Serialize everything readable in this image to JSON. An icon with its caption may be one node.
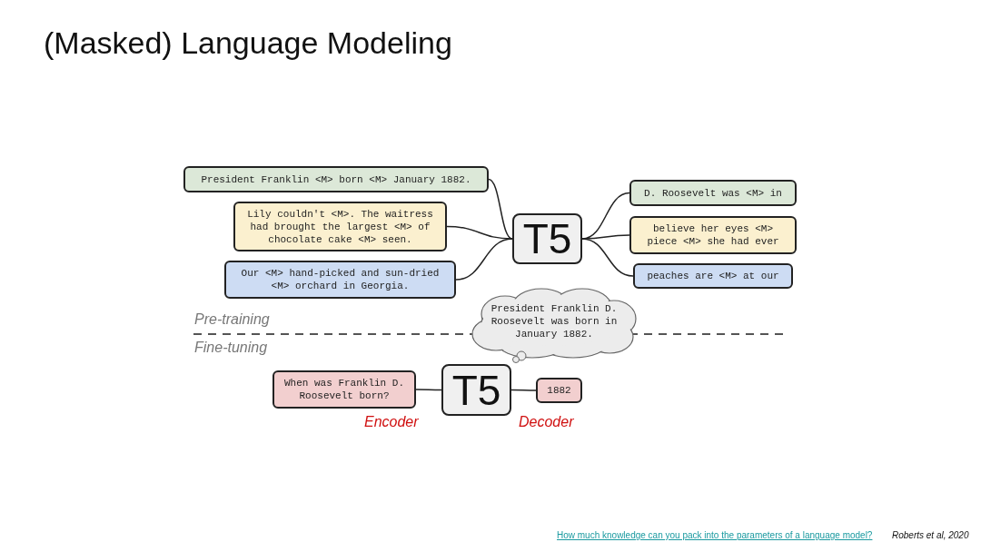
{
  "diagram": {
    "title": "(Masked) Language Modeling",
    "nodes": [
      {
        "text": [
          "President Franklin <M> born <M> January 1882."
        ]
      },
      {
        "text": [
          "Lily couldn't <M>. The waitress had brought the largest <M> of chocolate cake <M> seen."
        ]
      },
      {
        "text": [
          "Our <M> hand-picked and sun-dried <M> orchard in Georgia."
        ]
      },
      {
        "text": [
          "T5"
        ]
      },
      {
        "text": [
          "D. Roosevelt was <M> in"
        ]
      },
      {
        "text": [
          "believe her eyes <M> piece <M> she had ever"
        ]
      },
      {
        "text": [
          "peaches are <M> at our"
        ]
      },
      {
        "text": [
          "President Franklin D. Roosevelt was born in January 1882."
        ]
      },
      {
        "text": [
          "When was Franklin D. Roosevelt born?"
        ]
      },
      {
        "text": [
          "T5"
        ]
      },
      {
        "text": [
          "1882"
        ]
      }
    ],
    "edges": [
      {
        "from": 0,
        "to": 3,
        "arrow": "none"
      },
      {
        "from": 1,
        "to": 3,
        "arrow": "none"
      },
      {
        "from": 2,
        "to": 3,
        "arrow": "none"
      },
      {
        "from": 3,
        "to": 4,
        "arrow": "none"
      },
      {
        "from": 3,
        "to": 5,
        "arrow": "none"
      },
      {
        "from": 3,
        "to": 6,
        "arrow": "none"
      },
      {
        "from": 8,
        "to": 9,
        "arrow": "none"
      },
      {
        "from": 9,
        "to": 10,
        "arrow": "none"
      }
    ],
    "labels": [
      "Pre-training",
      "Fine-tuning",
      "Encoder",
      "Decoder",
      "How much knowledge can you pack into the parameters of a language model?",
      "Roberts et al, 2020"
    ]
  }
}
